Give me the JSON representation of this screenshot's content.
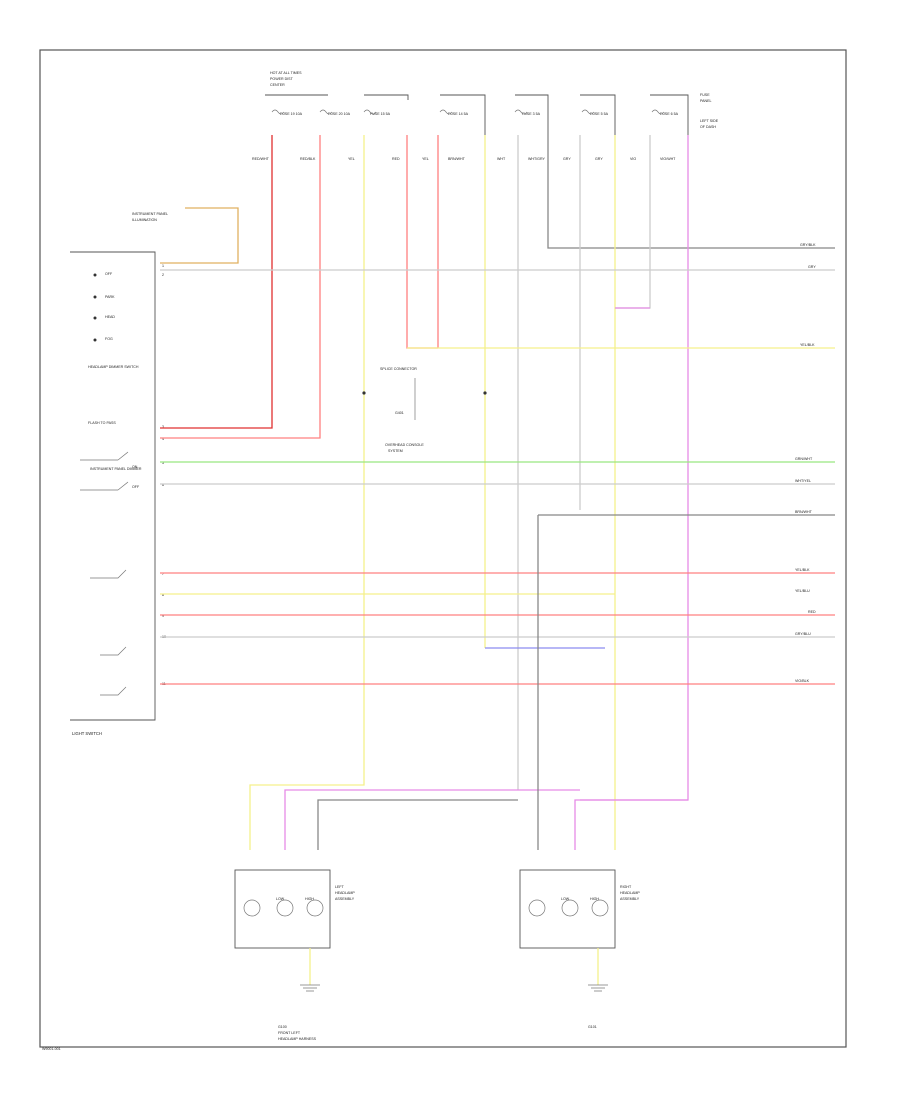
{
  "page_code": "W9001-001",
  "top_labels": {
    "power_dist": [
      "HOT AT ALL TIMES",
      "POWER DIST",
      "CENTER"
    ],
    "fuse_panel": [
      "FUSE",
      "PANEL",
      "LEFT SIDE",
      "OF DASH"
    ]
  },
  "fuses": [
    "FUSE 19 10A",
    "FUSE 20 10A",
    "FUSE 15 5A",
    "FUSE 14 5A",
    "FUSE 3 5A",
    "FUSE 5 5A",
    "FUSE 6 5A"
  ],
  "wire_codes": [
    "RED/WHT",
    "RED/BLK",
    "YEL",
    "RED",
    "YEL",
    "BRN/WHT",
    "WHT",
    "WHT/GRY",
    "GRY",
    "GRY",
    "VIO",
    "VIO/WHT"
  ],
  "switch": {
    "name": "LIGHT SWITCH",
    "positions": [
      "OFF",
      "PARK",
      "HEAD",
      "FOG"
    ],
    "sub_labels": [
      "HEADLAMP DIMMER SWITCH",
      "FLASH TO PASS",
      "ON",
      "OFF"
    ],
    "dimmer": "INSTRUMENT PANEL DIMMER",
    "pins": [
      "1",
      "2",
      "3",
      "4",
      "5",
      "6",
      "7",
      "8",
      "9",
      "10",
      "11"
    ]
  },
  "left_sources": {
    "brightness": [
      "INSTRUMENT PANEL",
      "ILLUMINATION"
    ]
  },
  "right_labels": [
    "GRY/BLK",
    "GRY",
    "YEL/BLK",
    "GRN/WHT",
    "WHT/YEL",
    "BRN/WHT",
    "YEL/BLK",
    "YEL/BLU",
    "RED",
    "GRY/BLU",
    "VIO/BLK"
  ],
  "middle_labels": {
    "splice": "SPLICE CONNECTOR",
    "ground_label": "G401",
    "sub_system": [
      "OVERHEAD CONSOLE",
      "SYSTEM"
    ]
  },
  "lamps": {
    "left": {
      "title": [
        "LEFT",
        "HEADLAMP",
        "ASSEMBLY"
      ],
      "bulbs": [
        "LOW",
        "HIGH"
      ],
      "ground_label": [
        "G100",
        "FRONT LEFT",
        "HEADLAMP HARNESS"
      ]
    },
    "right": {
      "title": [
        "RIGHT",
        "HEADLAMP",
        "ASSEMBLY"
      ],
      "bulbs": [
        "LOW",
        "HIGH"
      ],
      "ground_label": [
        "G101"
      ]
    }
  },
  "colors": {
    "red": "#ff8080",
    "dark_red": "#e03030",
    "pink": "#ff99aa",
    "yellow": "#f5f08c",
    "green": "#99e680",
    "magenta": "#e68ce6",
    "blue": "#8c8cf0",
    "gray": "#888888",
    "light": "#cccccc",
    "orange": "#e0b060"
  }
}
